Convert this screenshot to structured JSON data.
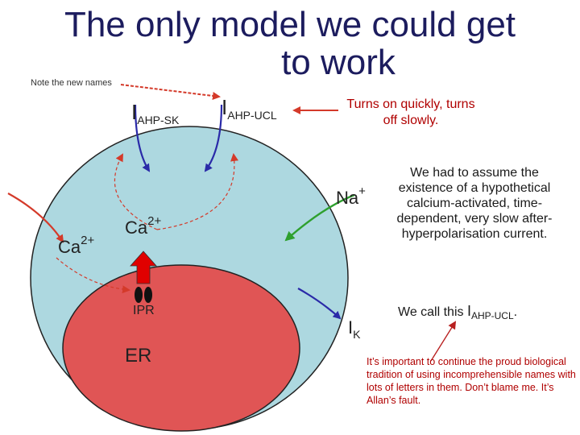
{
  "title": {
    "line1": "The only model we could get",
    "line2": "to work"
  },
  "note_new_names": "Note the new names",
  "currents": {
    "i_ahp_sk": {
      "main": "I",
      "sub": "AHP-SK"
    },
    "i_ahp_ucl": {
      "main": "I",
      "sub": "AHP-UCL"
    },
    "i_k": {
      "main": "I",
      "sub": "K"
    }
  },
  "turns_note": "Turns on quickly, turns off slowly.",
  "ions": {
    "na": {
      "main": "Na",
      "sup": "+"
    },
    "ca_inside": {
      "main": "Ca",
      "sup": "2+"
    },
    "ca_outside": {
      "main": "Ca",
      "sup": "2+"
    }
  },
  "ipr_label": "IPR",
  "er_label": "ER",
  "assume_note": "We had to assume the existence of a hypothetical calcium-activated, time-dependent, very slow after-hyperpolarisation current.",
  "call_note": {
    "prefix": "We call this ",
    "main": "I",
    "sub": "AHP-UCL",
    "suffix": "."
  },
  "important_note": "It’s important to continue the proud biological tradition of using incomprehensible names with lots of letters in them. Don’t blame me. It’s Allan’s fault.",
  "colors": {
    "title": "#1c1c5e",
    "cell": "#add8e0",
    "er": "#e05555",
    "accent_red": "#d43a2a",
    "green": "#2ea02e",
    "blue": "#2a2aa8",
    "dark_red_text": "#b00000"
  }
}
